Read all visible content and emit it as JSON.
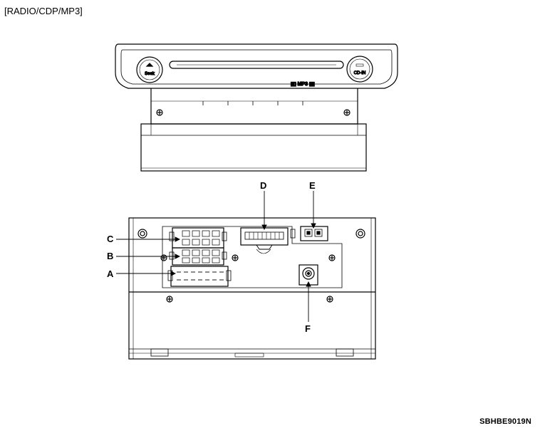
{
  "header": {
    "title": "[RADIO/CDP/MP3]"
  },
  "front_panel": {
    "left_button_label": "Seek",
    "right_button_label": "CD-IN",
    "badge_text": "▮▯ MP3 ▮▮"
  },
  "callouts": {
    "A": "A",
    "B": "B",
    "C": "C",
    "D": "D",
    "E": "E",
    "F": "F"
  },
  "figure_code": "SBHBE9019N"
}
